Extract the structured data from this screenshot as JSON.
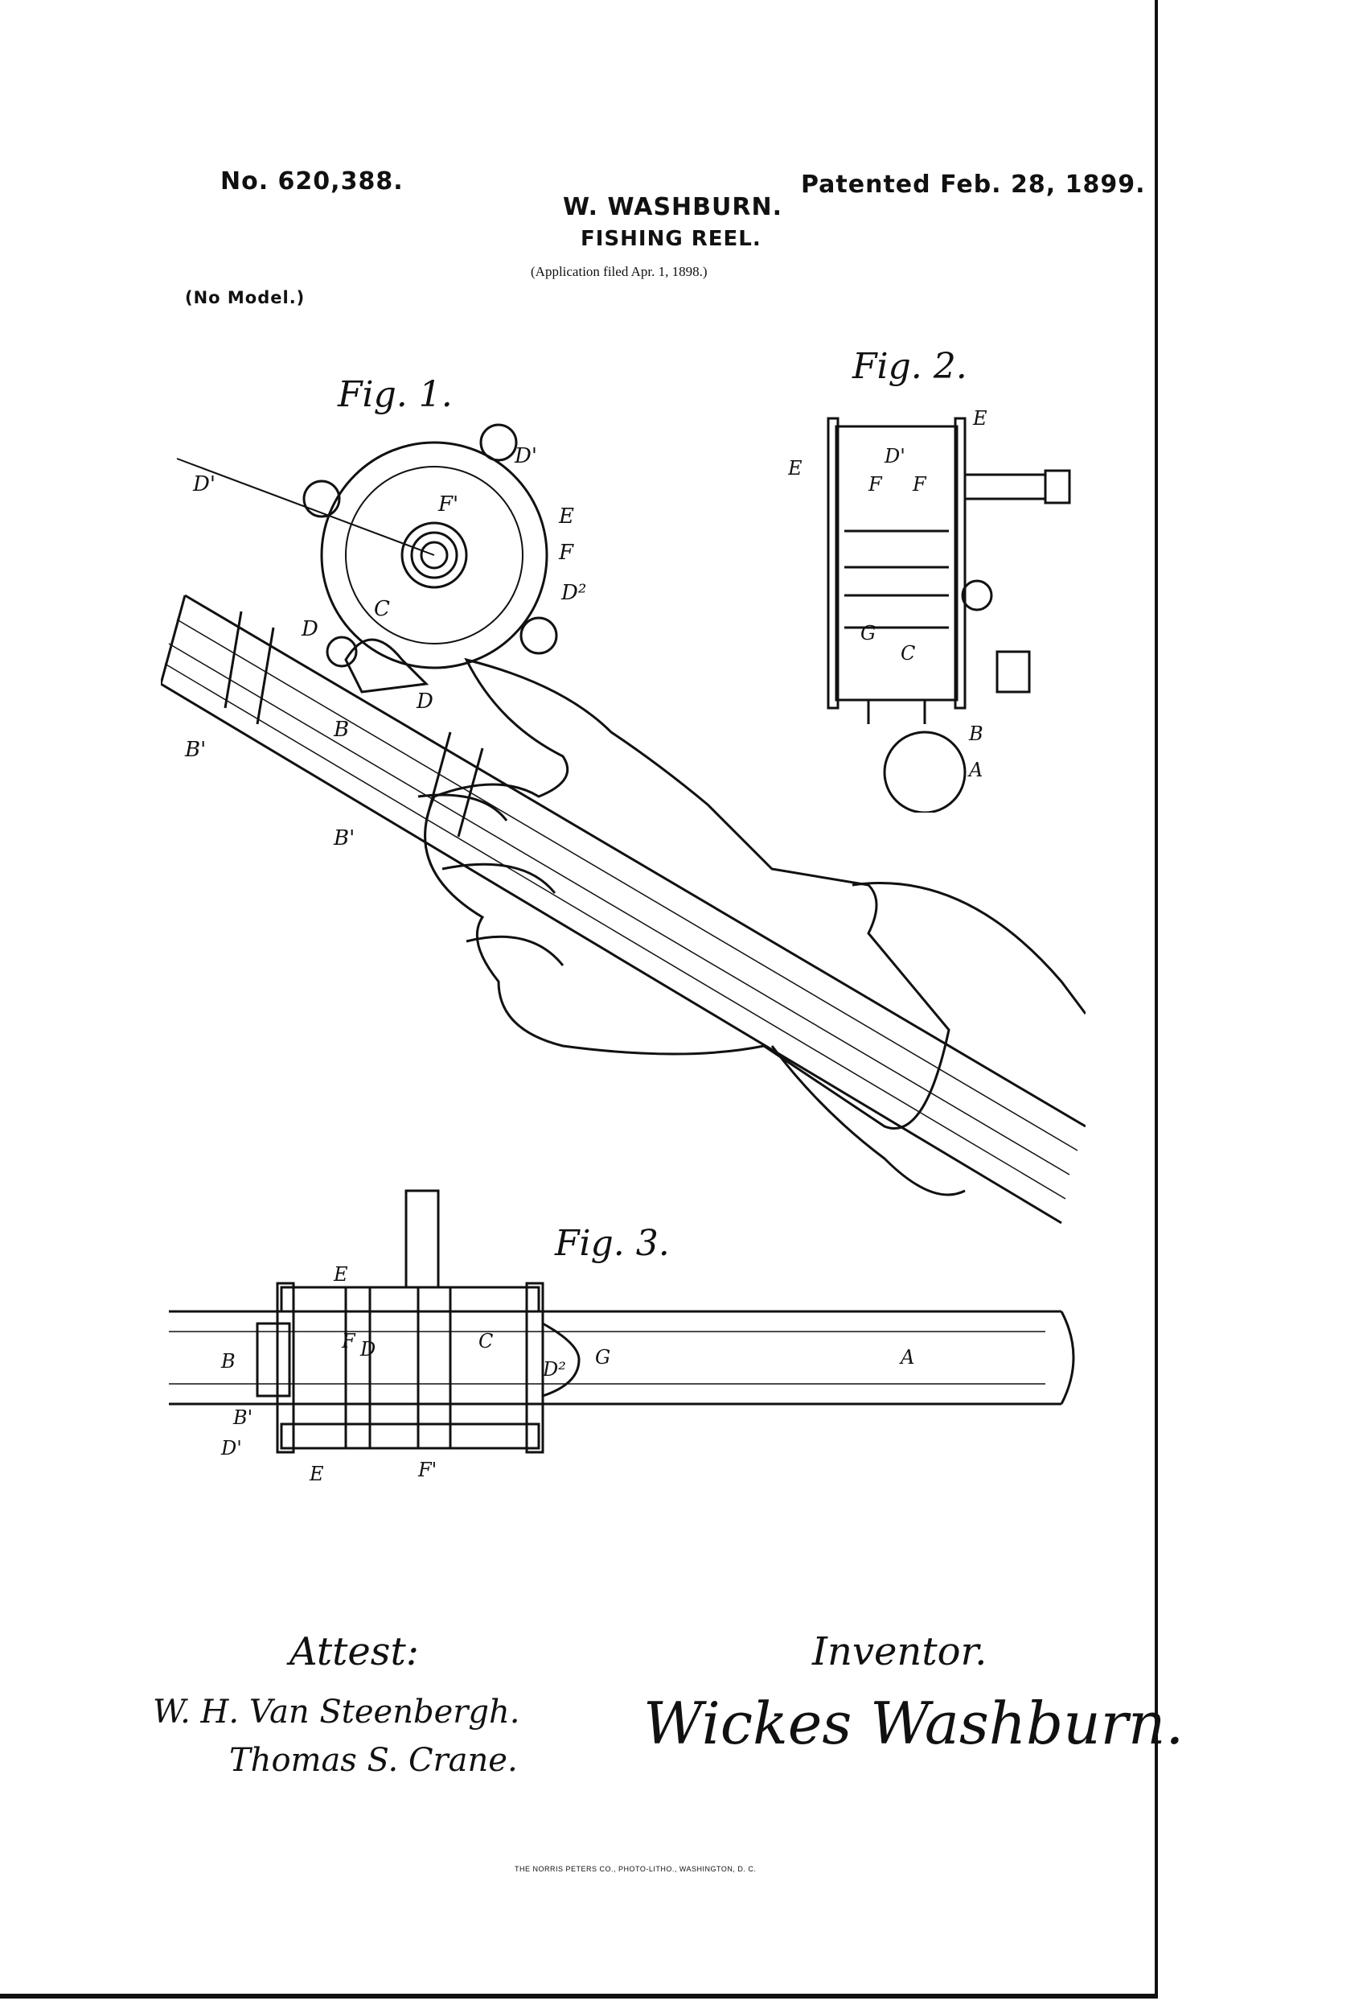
{
  "header": {
    "patent_number": "No. 620,388.",
    "inventor": "W. WASHBURN.",
    "patented": "Patented Feb. 28, 1899.",
    "title": "FISHING REEL.",
    "application": "(Application filed Apr. 1, 1898.)",
    "model": "(No Model.)"
  },
  "figures": {
    "fig1": {
      "title": "Fig. 1.",
      "labels": [
        "D'",
        "D'",
        "F'",
        "E",
        "F",
        "D²",
        "C",
        "D",
        "D",
        "B",
        "B'",
        "B'"
      ]
    },
    "fig2": {
      "title": "Fig. 2.",
      "labels": [
        "E",
        "E",
        "D'",
        "F",
        "F",
        "G",
        "C",
        "B",
        "A"
      ]
    },
    "fig3": {
      "title": "Fig. 3.",
      "labels": [
        "E",
        "B",
        "F",
        "D",
        "C",
        "G",
        "D²",
        "A",
        "B'",
        "D'",
        "E",
        "F'"
      ]
    }
  },
  "signatures": {
    "attest_label": "Attest:",
    "witness_1": "W. H. Van Steenbergh.",
    "witness_2": "Thomas S. Crane.",
    "inventor_label": "Inventor.",
    "inventor_signature": "Wickes Washburn."
  },
  "footer": {
    "printer": "THE NORRIS PETERS CO., PHOTO-LITHO., WASHINGTON, D. C."
  }
}
